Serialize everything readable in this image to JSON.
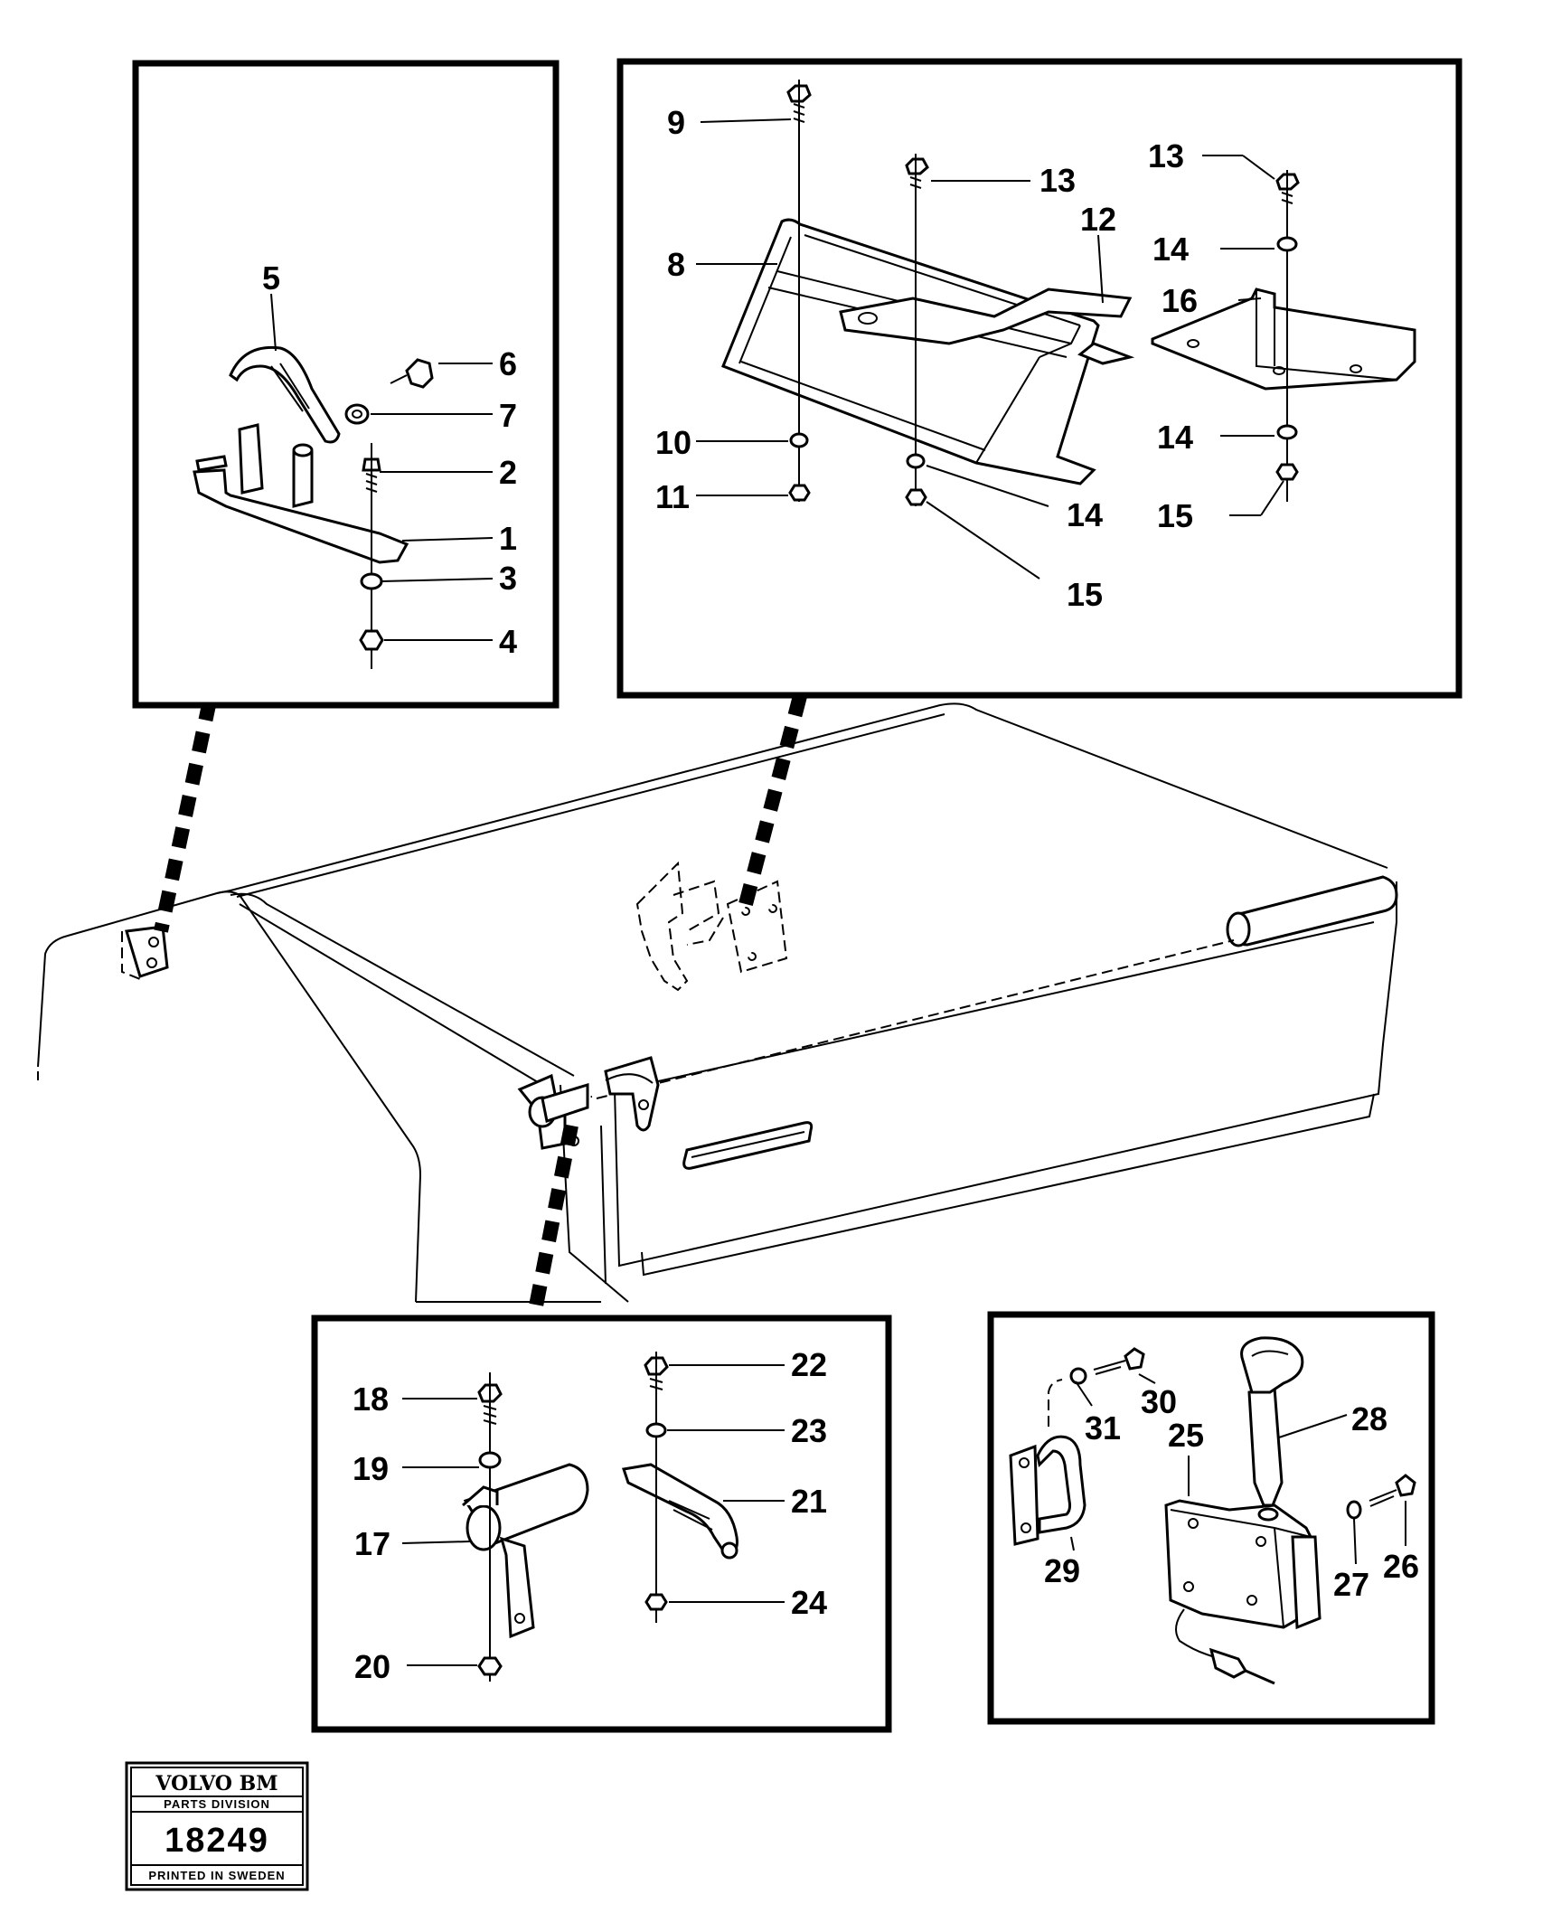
{
  "callouts": {
    "n1": "1",
    "n2": "2",
    "n3": "3",
    "n4": "4",
    "n5": "5",
    "n6": "6",
    "n7": "7",
    "n8": "8",
    "n9": "9",
    "n10": "10",
    "n11": "11",
    "n12": "12",
    "n13a": "13",
    "n13b": "13",
    "n14a": "14",
    "n14b": "14",
    "n14c": "14",
    "n15a": "15",
    "n15b": "15",
    "n16": "16",
    "n17": "17",
    "n18": "18",
    "n19": "19",
    "n20": "20",
    "n21": "21",
    "n22": "22",
    "n23": "23",
    "n24": "24",
    "n25": "25",
    "n26": "26",
    "n27": "27",
    "n28": "28",
    "n29": "29",
    "n30": "30",
    "n31": "31"
  },
  "logo": {
    "brand": "VOLVO BM",
    "division": "PARTS DIVISION",
    "number": "18249",
    "printed": "PRINTED IN SWEDEN"
  }
}
